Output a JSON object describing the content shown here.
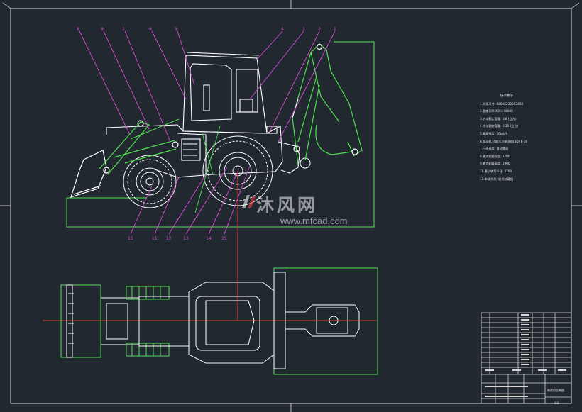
{
  "title_block": {
    "title": "装载机总装图",
    "scale": "1:2"
  },
  "technical_notes": {
    "title": "技术要求",
    "items": [
      "1.外观尺寸: 6860X2300X3850",
      "2.额定功率(KW): 48000",
      "3.铲斗额定容量: 0.8 (立方)",
      "4.挖斗额定容量: 0.35 (立方)",
      "5.最高速度: 36km/h",
      "6.发动机: 4缸水冷柴油机(SD) 8-36",
      "7.行走速度: 自动变速",
      "8.最大挖掘深度: 4200",
      "9.最大卸载高度: 2900",
      "10.最小转弯半径: 4700",
      "11.车辆外形: 轮式装载机"
    ]
  },
  "part_labels": {
    "top": [
      "8",
      "9",
      "2",
      "6",
      "5",
      "4",
      "3",
      "2",
      "1"
    ],
    "bottom": [
      "15",
      "11",
      "12",
      "13",
      "14",
      "15"
    ]
  },
  "watermark": {
    "cn": "沐风网",
    "en": "www.mfcad.com"
  },
  "colors": {
    "background": "#212830",
    "frame": "#d9d9d9",
    "outline": "#ffffff",
    "hydraulic": "#4fe04f",
    "leader": "#d84ad8",
    "centerline": "#e23a3a"
  }
}
